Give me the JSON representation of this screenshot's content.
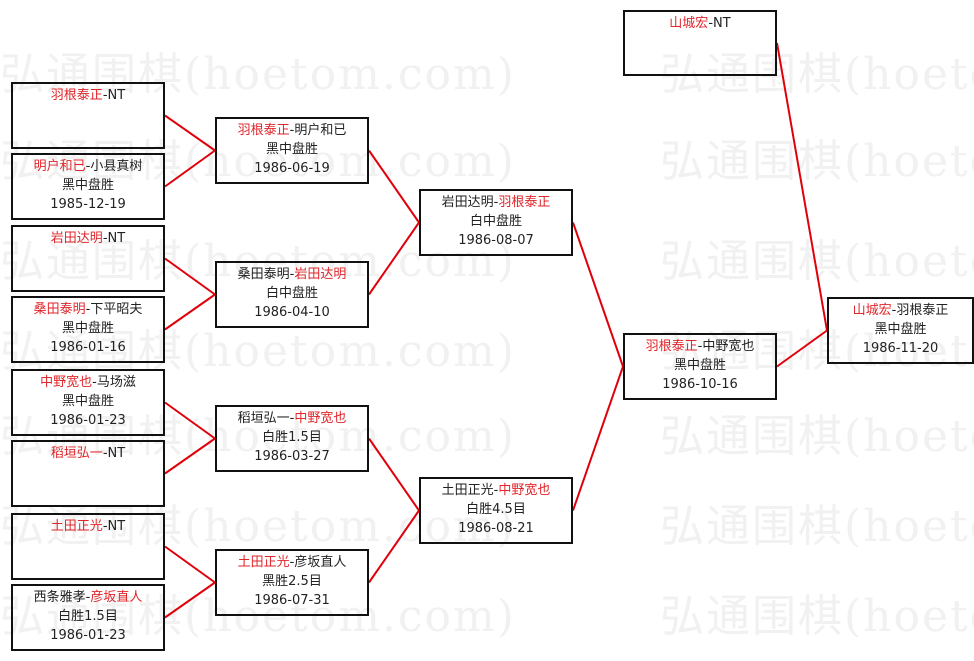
{
  "watermark": "弘通围棋(hoetom.com)",
  "colors": {
    "winner": "#e0262b",
    "line": "#e0000a",
    "border": "#111111"
  },
  "matches": [
    {
      "id": "r1-1",
      "players": [
        {
          "name": "羽根泰正",
          "win": true
        },
        {
          "name": "NT",
          "win": false
        }
      ],
      "result": "",
      "date": ""
    },
    {
      "id": "r1-2",
      "players": [
        {
          "name": "明户和已",
          "win": true
        },
        {
          "name": "小县真树",
          "win": false
        }
      ],
      "result": "黑中盘胜",
      "date": "1985-12-19"
    },
    {
      "id": "r1-3",
      "players": [
        {
          "name": "岩田达明",
          "win": true
        },
        {
          "name": "NT",
          "win": false
        }
      ],
      "result": "",
      "date": ""
    },
    {
      "id": "r1-4",
      "players": [
        {
          "name": "桑田泰明",
          "win": true
        },
        {
          "name": "下平昭夫",
          "win": false
        }
      ],
      "result": "黑中盘胜",
      "date": "1986-01-16"
    },
    {
      "id": "r1-5",
      "players": [
        {
          "name": "中野宽也",
          "win": true
        },
        {
          "name": "马场滋",
          "win": false
        }
      ],
      "result": "黑中盘胜",
      "date": "1986-01-23"
    },
    {
      "id": "r1-6",
      "players": [
        {
          "name": "稻垣弘一",
          "win": true
        },
        {
          "name": "NT",
          "win": false
        }
      ],
      "result": "",
      "date": ""
    },
    {
      "id": "r1-7",
      "players": [
        {
          "name": "土田正光",
          "win": true
        },
        {
          "name": "NT",
          "win": false
        }
      ],
      "result": "",
      "date": ""
    },
    {
      "id": "r1-8",
      "players": [
        {
          "name": "西条雅孝",
          "win": false
        },
        {
          "name": "彦坂直人",
          "win": true
        }
      ],
      "result": "白胜1.5目",
      "date": "1986-01-23"
    },
    {
      "id": "r2-1",
      "players": [
        {
          "name": "羽根泰正",
          "win": true
        },
        {
          "name": "明户和已",
          "win": false
        }
      ],
      "result": "黑中盘胜",
      "date": "1986-06-19"
    },
    {
      "id": "r2-2",
      "players": [
        {
          "name": "桑田泰明",
          "win": false
        },
        {
          "name": "岩田达明",
          "win": true
        }
      ],
      "result": "白中盘胜",
      "date": "1986-04-10"
    },
    {
      "id": "r2-3",
      "players": [
        {
          "name": "稻垣弘一",
          "win": false
        },
        {
          "name": "中野宽也",
          "win": true
        }
      ],
      "result": "白胜1.5目",
      "date": "1986-03-27"
    },
    {
      "id": "r2-4",
      "players": [
        {
          "name": "土田正光",
          "win": true
        },
        {
          "name": "彦坂直人",
          "win": false
        }
      ],
      "result": "黑胜2.5目",
      "date": "1986-07-31"
    },
    {
      "id": "r3-1",
      "players": [
        {
          "name": "岩田达明",
          "win": false
        },
        {
          "name": "羽根泰正",
          "win": true
        }
      ],
      "result": "白中盘胜",
      "date": "1986-08-07"
    },
    {
      "id": "r3-2",
      "players": [
        {
          "name": "土田正光",
          "win": false
        },
        {
          "name": "中野宽也",
          "win": true
        }
      ],
      "result": "白胜4.5目",
      "date": "1986-08-21"
    },
    {
      "id": "r4-1",
      "players": [
        {
          "name": "羽根泰正",
          "win": true
        },
        {
          "name": "中野宽也",
          "win": false
        }
      ],
      "result": "黑中盘胜",
      "date": "1986-10-16"
    },
    {
      "id": "seed",
      "players": [
        {
          "name": "山城宏",
          "win": true
        },
        {
          "name": "NT",
          "win": false
        }
      ],
      "result": "",
      "date": ""
    },
    {
      "id": "final",
      "players": [
        {
          "name": "山城宏",
          "win": true
        },
        {
          "name": "羽根泰正",
          "win": false
        }
      ],
      "result": "黑中盘胜",
      "date": "1986-11-20"
    }
  ]
}
